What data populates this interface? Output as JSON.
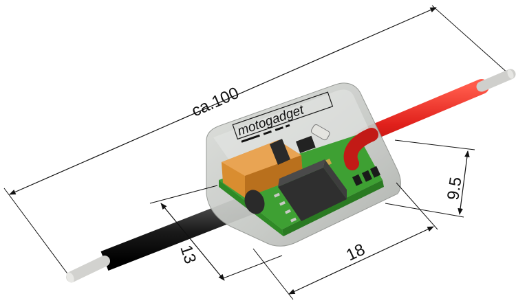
{
  "dimensions": {
    "length": "ca.100",
    "width": "18",
    "height": "9.5",
    "cable_offset": "13"
  },
  "brand_label": "motogadget",
  "colors": {
    "housing": "#c9cbc8",
    "pcb": "#3ea033",
    "red_cable": "#e0201b",
    "black_cable": "#1a1a1a",
    "wire_end": "#d8d8d4",
    "capacitor": "#d98d30",
    "chip": "#3a3a3a"
  }
}
